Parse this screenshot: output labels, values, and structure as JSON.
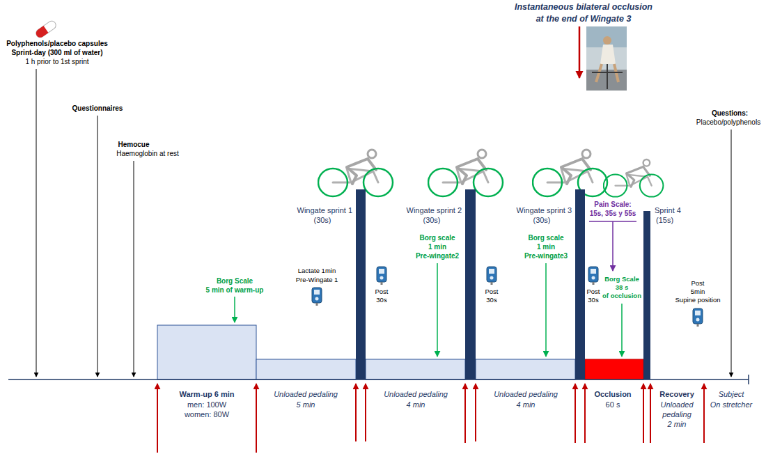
{
  "diagram": {
    "labels": [
      "Polyphenols/placebo capsules",
      "Sprint-day (300 ml of water)",
      "1 h prior to 1st sprint",
      "Instantaneous bilateral occlusion",
      "at the end of Wingate 3",
      "Questionnaires",
      "Questions:",
      "Placebo/polyphenols",
      "Hemocue",
      "Haemoglobin at rest",
      "Wingate sprint 1",
      "(30s)",
      "Wingate sprint 2",
      "(30s)",
      "Wingate sprint 3",
      "(30s)",
      "Sprint 4",
      "(15s)",
      "Pain Scale:",
      "15s, 35s y 55s",
      "Borg scale",
      "1 min",
      "Pre-wingate2",
      "Borg scale",
      "1 min",
      "Pre-wingate3",
      "Lactate 1min",
      "Pre-Wingate 1",
      "Borg Scale",
      "5 min of warm-up",
      "Borg Scale",
      "38 s",
      "of occlusion",
      "Post",
      "30s",
      "Post",
      "30s",
      "Post",
      "30s",
      "Post",
      "5min",
      "Supine position",
      "Warm-up 6 min",
      "men: 100W",
      "women: 80W",
      "Unloaded pedaling",
      "5 min",
      "Unloaded pedaling",
      "4 min",
      "Unloaded pedaling",
      "4 min",
      "Occlusion",
      "60 s",
      "Recovery",
      "Unloaded",
      "pedaling",
      "2 min",
      "Subject",
      "On stretcher"
    ]
  }
}
